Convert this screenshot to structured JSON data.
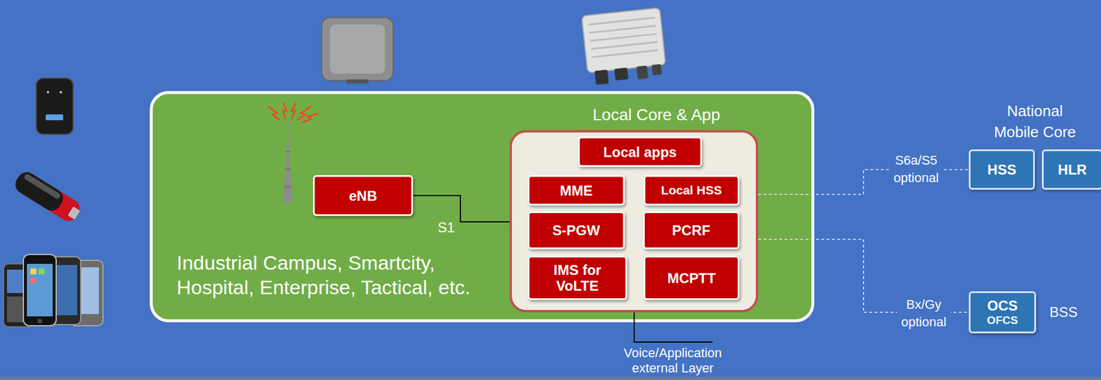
{
  "diagram": {
    "nodes": [
      {
        "text": [
          "Industrial Campus, Smartcity, Hospital, Enterprise, Tactical, etc."
        ]
      },
      {
        "text": [
          "eNB"
        ],
        "in": 0
      },
      {
        "text": [
          "Local Core & App"
        ],
        "in": 0
      },
      {
        "text": [
          "Local apps"
        ],
        "in": 2
      },
      {
        "text": [
          "MME"
        ],
        "in": 2
      },
      {
        "text": [
          "Local HSS"
        ],
        "in": 2
      },
      {
        "text": [
          "S-PGW"
        ],
        "in": 2
      },
      {
        "text": [
          "PCRF"
        ],
        "in": 2
      },
      {
        "text": [
          "IMS for VoLTE"
        ],
        "in": 2
      },
      {
        "text": [
          "MCPTT"
        ],
        "in": 2
      },
      {
        "text": [
          "HSS"
        ]
      },
      {
        "text": [
          "HLR"
        ]
      },
      {
        "text": [
          "OCS",
          "OFCS"
        ]
      }
    ],
    "edges": [
      {
        "from": 1,
        "to": 2,
        "arrow": "none",
        "label": "S1"
      },
      {
        "from": 2,
        "to": 10,
        "arrow": "none",
        "label": "S6a/S5 optional"
      },
      {
        "from": 2,
        "to": 12,
        "arrow": "none",
        "label": "Bx/Gy optional"
      }
    ],
    "labels": [
      "National Mobile Core",
      "BSS",
      "Voice/Application external Layer"
    ]
  }
}
